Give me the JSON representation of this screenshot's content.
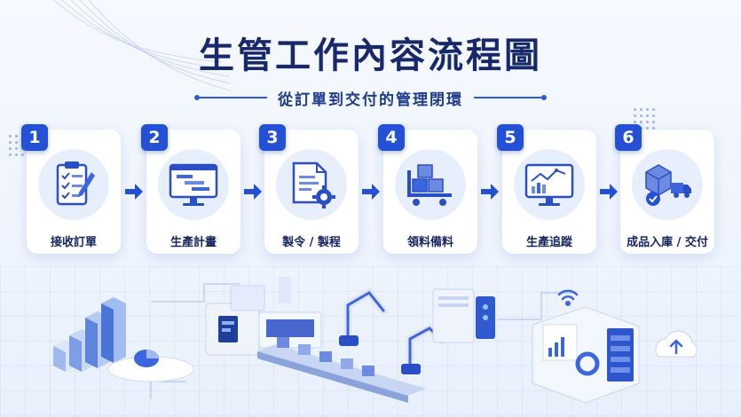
{
  "title": "生管工作內容流程圖",
  "subtitle": "從訂單到交付的管理閉環",
  "steps": [
    {
      "number": "1",
      "label": "接收訂單",
      "icon": "clipboard-checklist-icon"
    },
    {
      "number": "2",
      "label": "生產計畫",
      "icon": "gantt-monitor-icon"
    },
    {
      "number": "3",
      "label": "製令 / 製程",
      "icon": "document-gear-icon"
    },
    {
      "number": "4",
      "label": "領料備料",
      "icon": "cart-boxes-icon"
    },
    {
      "number": "5",
      "label": "生產追蹤",
      "icon": "trend-monitor-icon"
    },
    {
      "number": "6",
      "label": "成品入庫 / 交付",
      "icon": "package-truck-icon"
    }
  ],
  "colors": {
    "accent": "#2450d6",
    "title": "#17286b",
    "icon_bg": "#e8effc",
    "card_bg": "#ffffff"
  }
}
